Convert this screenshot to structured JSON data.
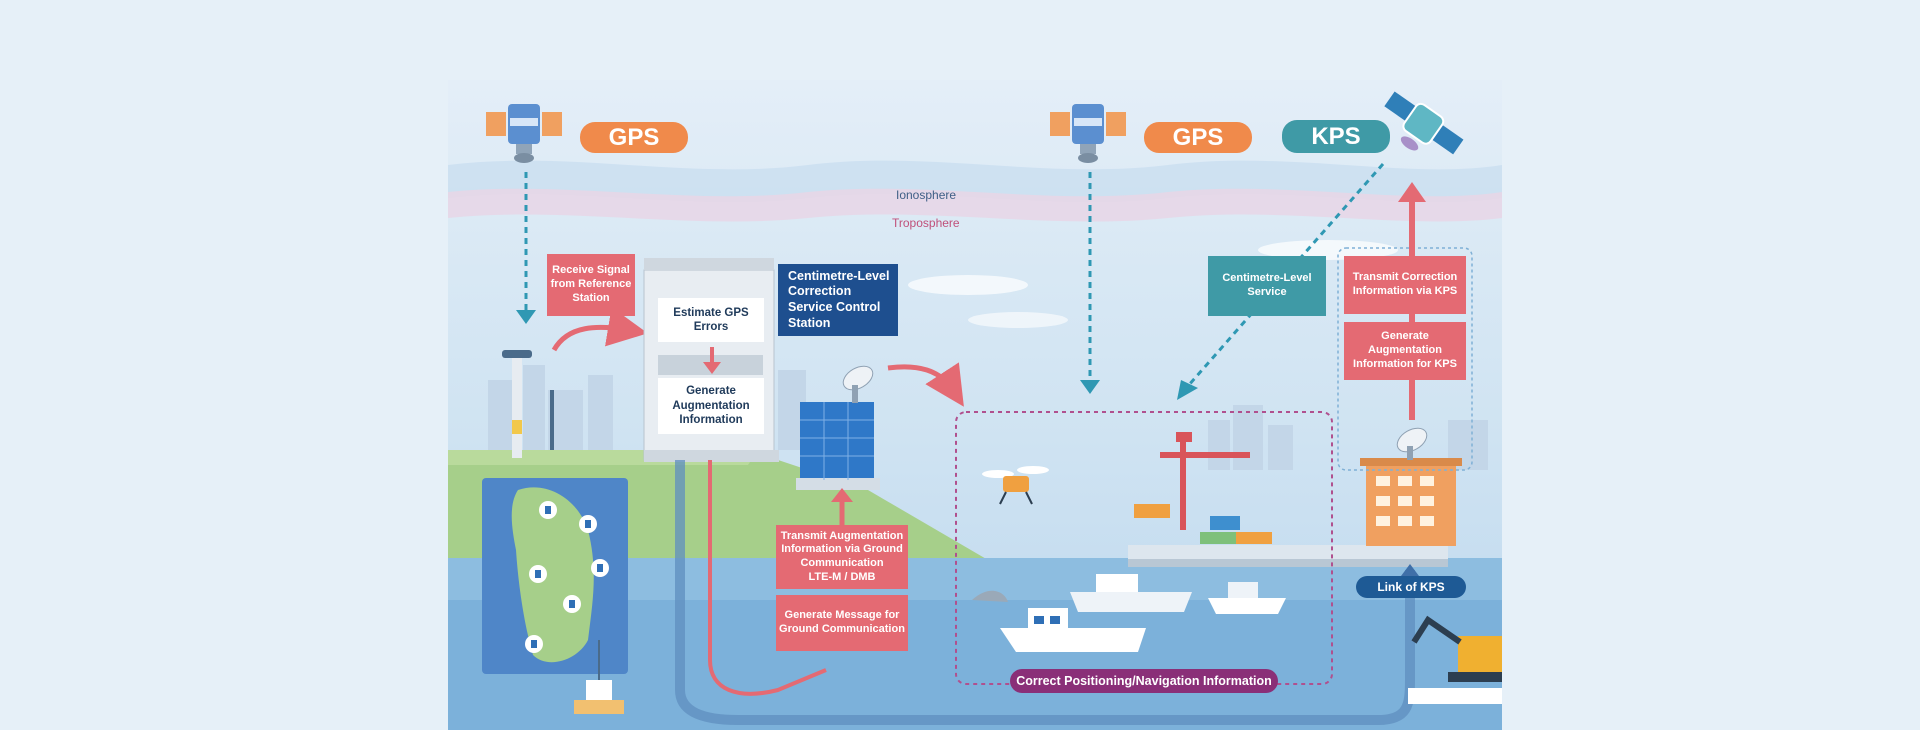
{
  "gps_label_left": "GPS",
  "gps_label_right": "GPS",
  "kps_label": "KPS",
  "ionosphere": "Ionosphere",
  "troposphere": "Troposphere",
  "receive_signal": "Receive Signal from Reference Station",
  "estimate_errors": "Estimate GPS Errors",
  "generate_augmentation": "Generate Augmentation Information",
  "control_station": "Centimetre-Level Correction Service Control Station",
  "centimetre_service": "Centimetre-Level Service",
  "transmit_kps": "Transmit Correction Information via KPS",
  "generate_kps": "Generate Augmentation Information for KPS",
  "transmit_ground_l1": "Transmit Augmentation",
  "transmit_ground_l2": "Information via Ground",
  "transmit_ground_l3": "Communication",
  "transmit_ground_l4": "LTE-M / DMB",
  "generate_message": "Generate Message for Ground Communication",
  "link_kps": "Link of KPS",
  "correct_positioning": "Correct Positioning/Navigation Information",
  "colors": {
    "gps": "#f08a4b",
    "kps": "#3f9aa6",
    "pink": "#e46a73",
    "navy": "#1e4f8f",
    "purple": "#8a2f78"
  }
}
